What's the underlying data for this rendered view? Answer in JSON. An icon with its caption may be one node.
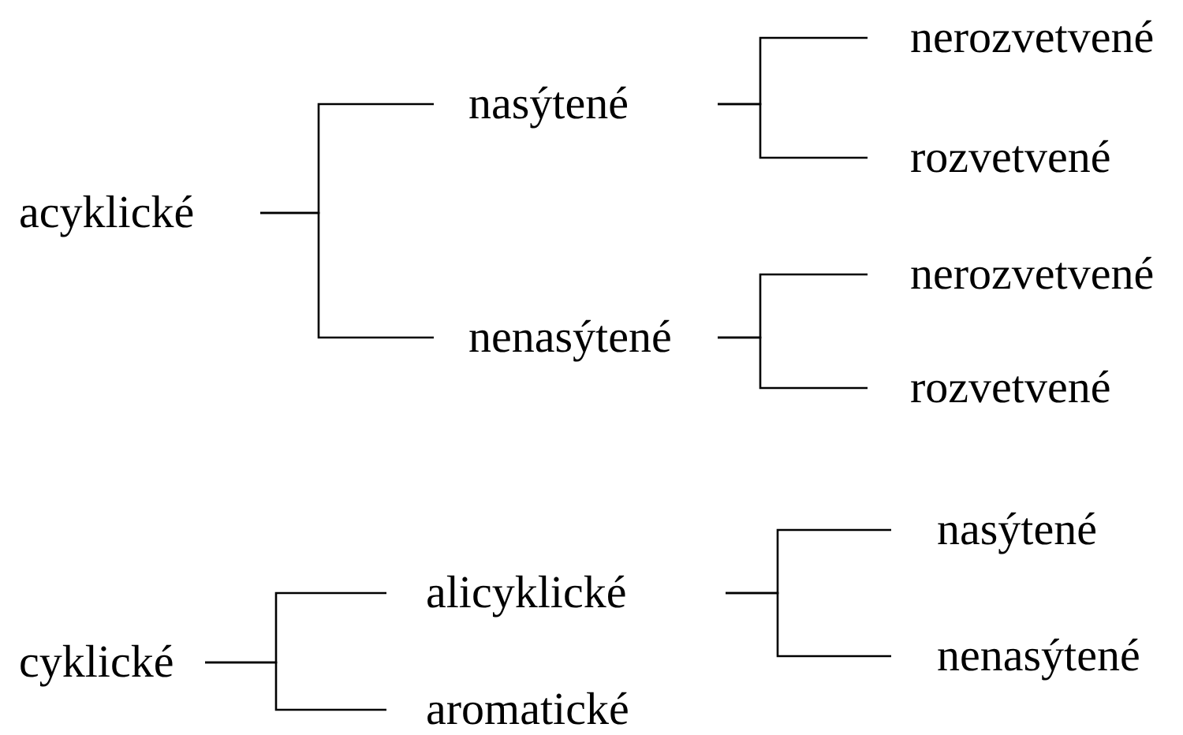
{
  "diagram": {
    "nodes": [
      {
        "text": [
          "acyklické"
        ]
      },
      {
        "text": [
          "nasýtené"
        ]
      },
      {
        "text": [
          "nenasýtené"
        ]
      },
      {
        "text": [
          "nerozvetvené"
        ]
      },
      {
        "text": [
          "rozvetvené"
        ]
      },
      {
        "text": [
          "nerozvetvené"
        ]
      },
      {
        "text": [
          "rozvetvené"
        ]
      },
      {
        "text": [
          "cyklické"
        ]
      },
      {
        "text": [
          "alicyklické"
        ]
      },
      {
        "text": [
          "aromatické"
        ]
      },
      {
        "text": [
          "nasýtené"
        ]
      },
      {
        "text": [
          "nenasýtené"
        ]
      }
    ],
    "edges": [
      {
        "from": 0,
        "to": 1,
        "arrow": "none"
      },
      {
        "from": 0,
        "to": 2,
        "arrow": "none"
      },
      {
        "from": 1,
        "to": 3,
        "arrow": "none"
      },
      {
        "from": 1,
        "to": 4,
        "arrow": "none"
      },
      {
        "from": 2,
        "to": 5,
        "arrow": "none"
      },
      {
        "from": 2,
        "to": 6,
        "arrow": "none"
      },
      {
        "from": 7,
        "to": 8,
        "arrow": "none"
      },
      {
        "from": 7,
        "to": 9,
        "arrow": "none"
      },
      {
        "from": 8,
        "to": 10,
        "arrow": "none"
      },
      {
        "from": 8,
        "to": 11,
        "arrow": "none"
      }
    ]
  }
}
